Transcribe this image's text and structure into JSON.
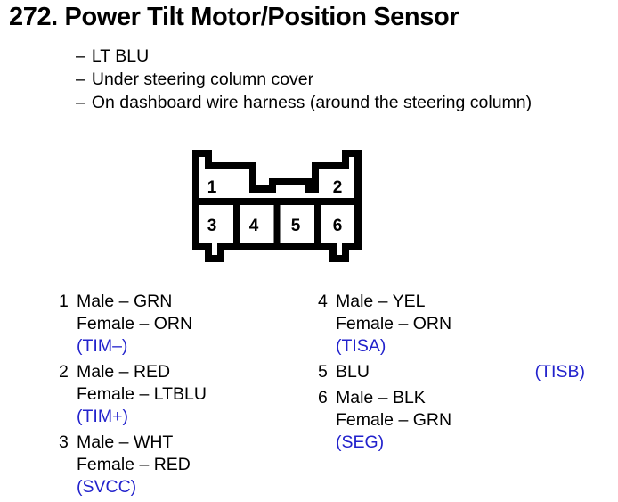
{
  "header": {
    "title": "272. Power Tilt Motor/Position Sensor",
    "bullet_marker": "–",
    "bullets": [
      "LT BLU",
      "Under steering column cover",
      "On dashboard wire harness (around the steering column)"
    ]
  },
  "connector": {
    "name": "6-pin connector pinout diagram",
    "top_row_pins": [
      "1",
      "2"
    ],
    "bottom_row_pins": [
      "3",
      "4",
      "5",
      "6"
    ],
    "stroke_color": "#000000",
    "fill_color": "#ffffff"
  },
  "legend": {
    "signal_color": "#2222cc",
    "left_column": [
      {
        "index": "1",
        "male": "Male – GRN",
        "female": "Female – ORN",
        "signal": "(TIM–)",
        "single_line": false
      },
      {
        "index": "2",
        "male": "Male – RED",
        "female": "Female – LTBLU",
        "signal": "(TIM+)",
        "single_line": false
      },
      {
        "index": "3",
        "male": "Male – WHT",
        "female": "Female – RED",
        "signal": "(SVCC)",
        "single_line": false
      }
    ],
    "right_column": [
      {
        "index": "4",
        "male": "Male – YEL",
        "female": "Female – ORN",
        "signal": "(TISA)",
        "single_line": false
      },
      {
        "index": "5",
        "male": "BLU",
        "female": "",
        "signal": "(TISB)",
        "single_line": true
      },
      {
        "index": "6",
        "male": "Male – BLK",
        "female": "Female – GRN",
        "signal": "(SEG)",
        "single_line": false
      }
    ]
  }
}
